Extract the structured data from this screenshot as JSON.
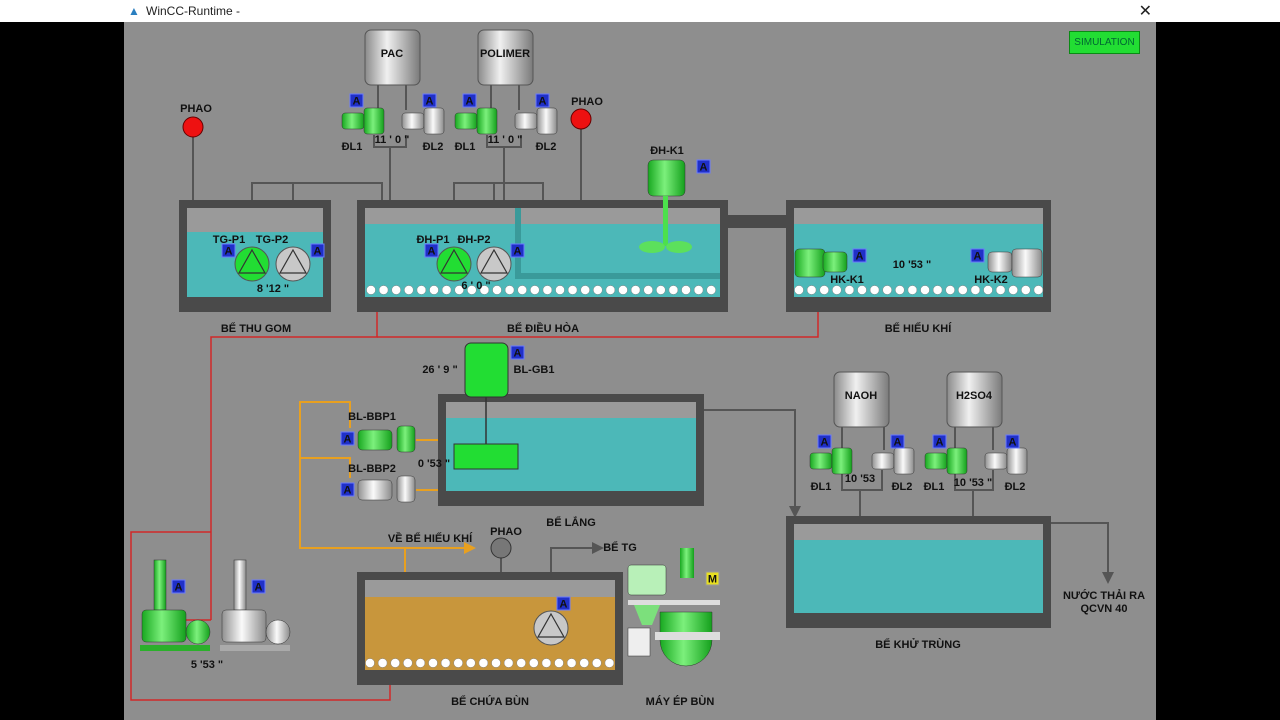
{
  "window": {
    "title": "WinCC-Runtime -",
    "close_label": "✕"
  },
  "toolbar": {
    "simulation_label": "SIMULATION"
  },
  "badge": {
    "auto": "A",
    "manual": "M"
  },
  "colors": {
    "water": "#4cb8b8",
    "sludge": "#c8963c",
    "pipe": "#555555",
    "air": "#d02828",
    "sludge_pipe": "#e8a020",
    "running": "#22dd33",
    "stopped": "#c8c8c8",
    "float_alarm": "#ee1111"
  },
  "tanks": {
    "thu_gom": "BỂ THU GOM",
    "dieu_hoa": "BỂ ĐIỀU HÒA",
    "hieu_khi": "BỂ HIẾU KHÍ",
    "lang": "BỂ LẮNG",
    "khu_trung": "BỂ KHỬ TRÙNG",
    "chua_bun": "BỂ CHỨA BÙN",
    "may_ep_bun": "MÁY ÉP BÙN"
  },
  "chemicals": {
    "pac": "PAC",
    "polimer": "POLIMER",
    "naoh": "NAOH",
    "h2so4": "H2SO4"
  },
  "dosing": {
    "dl1": "ĐL1",
    "dl2": "ĐL2",
    "pac_timer": "11 '  0 \"",
    "polimer_timer": "11 '  0 \"",
    "naoh_timer": "10 '53",
    "h2so4_timer": "10 '53 \""
  },
  "floats": {
    "phao": "PHAO"
  },
  "pumps": {
    "tg_p1": "TG-P1",
    "tg_p2": "TG-P2",
    "tg_timer": "8 '12 \"",
    "dh_p1": "ĐH-P1",
    "dh_p2": "ĐH-P2",
    "dh_timer": "6 '  0 \"",
    "dh_k1": "ĐH-K1",
    "hk_k1": "HK-K1",
    "hk_k2": "HK-K2",
    "hk_timer": "10 '53 \"",
    "bl_gb1": "BL-GB1",
    "gb_timer": "26 '  9 \"",
    "bl_bbp1": "BL-BBP1",
    "bl_bbp2": "BL-BBP2",
    "bbp_timer": "0 '53 \"",
    "blower_timer": "5 '53 \""
  },
  "flows": {
    "ve_be_hieu_khi": "VỀ BỂ HIẾU KHÍ",
    "be_tg": "BỂ TG",
    "outlet_line1": "NƯỚC THẢI RA",
    "outlet_line2": "QCVN 40"
  }
}
